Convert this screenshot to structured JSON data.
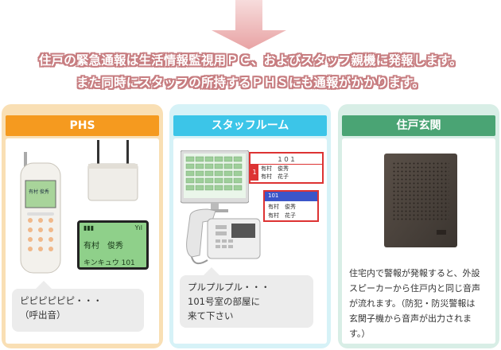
{
  "heading": {
    "line1": "住戸の緊急通報は生活情報監視用ＰＣ、およびスタッフ親機に発報します。",
    "line2": "また同時にスタッフの所持するＰＨＳにも通報がかかります。"
  },
  "colors": {
    "arrow": "#e8a3a4",
    "phs_header": "#f59a1f",
    "staff_header": "#3cc5e8",
    "entrance_header": "#4aa474"
  },
  "panels": {
    "phs": {
      "title": "PHS",
      "lcd_name": "有村　俊秀",
      "lcd_message": "キンキュウ 101",
      "bubble_line1": "ピピピピピピ・・・",
      "bubble_line2": "（呼出音）"
    },
    "staff": {
      "title": "スタッフルーム",
      "card1_room": "１０１",
      "card1_name1": "有村　俊秀",
      "card1_name2": "有村　花子",
      "card2_room": "101",
      "card2_name1": "有村　俊秀",
      "card2_name2": "有村　花子",
      "bubble_line1": "プルプルプル・・・",
      "bubble_line2": "101号室の部屋に",
      "bubble_line3": "来て下さい"
    },
    "entrance": {
      "title": "住戸玄関",
      "description_lines": [
        "住宅内で警報が発報すると、外設",
        "スピーカーから住戸内と同じ音声",
        "が流れます。（防犯・防災警報は",
        "玄関子機から音声が出力されま",
        "す。）"
      ]
    }
  },
  "icons": {
    "arrow": "down-arrow-icon",
    "phs_handset": "phs-handset-icon",
    "base_station": "antenna-base-station-icon",
    "monitor": "monitor-pc-icon",
    "desk_phone": "desk-phone-icon",
    "door_speaker": "door-speaker-icon"
  }
}
